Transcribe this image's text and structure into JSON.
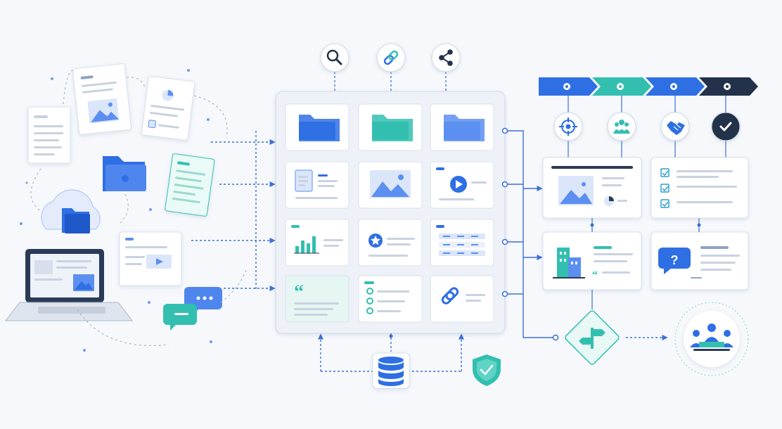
{
  "colors": {
    "background": "#f6f8fc",
    "primary_blue": "#2f6fe4",
    "light_blue": "#5b8ff0",
    "pale_blue": "#dbe6fb",
    "teal": "#33bfb0",
    "navy": "#23324a",
    "connector": "#3d6fd6",
    "card_border": "#d9e0ec",
    "text_lines": "#c9d2e0"
  },
  "top_tools": [
    {
      "icon": "search-icon",
      "interactable": true
    },
    {
      "icon": "link-icon",
      "interactable": true
    },
    {
      "icon": "share-icon",
      "interactable": true
    }
  ],
  "grid_cells": [
    {
      "icon": "folder-blue-icon"
    },
    {
      "icon": "folder-teal-icon"
    },
    {
      "icon": "folder-light-blue-icon"
    },
    {
      "icon": "document-icon"
    },
    {
      "icon": "image-icon"
    },
    {
      "icon": "video-play-icon"
    },
    {
      "icon": "bar-chart-icon"
    },
    {
      "icon": "star-badge-icon"
    },
    {
      "icon": "table-icon"
    },
    {
      "icon": "quote-icon"
    },
    {
      "icon": "checklist-icon"
    },
    {
      "icon": "link-icon"
    }
  ],
  "pipeline": [
    {
      "stage": "stage-1",
      "color": "#2f6fe4"
    },
    {
      "stage": "stage-2",
      "color": "#33bfb0"
    },
    {
      "stage": "stage-3",
      "color": "#2f6fe4"
    },
    {
      "stage": "stage-4",
      "color": "#23324a"
    }
  ],
  "pipeline_icons": [
    "target-icon",
    "team-icon",
    "handshake-icon",
    "check-icon"
  ],
  "right_cards": [
    {
      "name": "media-card",
      "icon": "image-icon"
    },
    {
      "name": "checklist-card",
      "icon": "checklist-icon"
    },
    {
      "name": "company-card",
      "icon": "building-icon"
    },
    {
      "name": "faq-card",
      "icon": "question-bubble-icon"
    }
  ],
  "bottom": {
    "database_icon": "database-icon",
    "security_icon": "shield-check-icon",
    "decision_icon": "signpost-icon",
    "meeting_icon": "meeting-team-icon"
  }
}
